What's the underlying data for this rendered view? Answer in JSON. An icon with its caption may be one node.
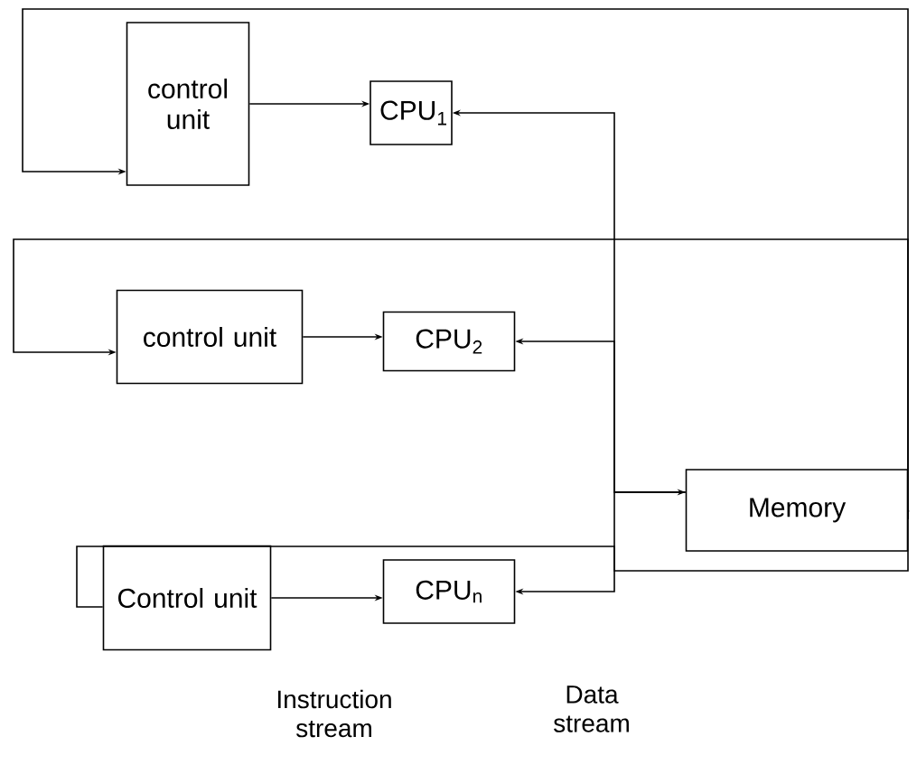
{
  "diagram": {
    "nodes": [
      {
        "text": [
          "control unit"
        ]
      },
      {
        "text": [
          "CPU$_{1}$"
        ]
      },
      {
        "text": [
          "control unit"
        ]
      },
      {
        "text": [
          "CPU$_{2}$"
        ]
      },
      {
        "text": [
          "Control unit"
        ]
      },
      {
        "text": [
          "CPU$_{n}$"
        ]
      },
      {
        "text": [
          "Memory"
        ]
      }
    ],
    "edges": [
      {
        "from": 0,
        "to": 1,
        "arrow": "to"
      },
      {
        "from": 2,
        "to": 3,
        "arrow": "to"
      },
      {
        "from": 4,
        "to": 5,
        "arrow": "to"
      },
      {
        "from": 6,
        "to": 0,
        "arrow": "to"
      },
      {
        "from": 6,
        "to": 2,
        "arrow": "to"
      },
      {
        "from": 6,
        "to": 4,
        "arrow": "none"
      },
      {
        "from": 6,
        "to": 1,
        "arrow": "to"
      },
      {
        "from": 6,
        "to": 3,
        "arrow": "to"
      },
      {
        "from": 6,
        "to": 5,
        "arrow": "both"
      }
    ],
    "labels": [
      "Instruction stream",
      "Data stream"
    ]
  }
}
